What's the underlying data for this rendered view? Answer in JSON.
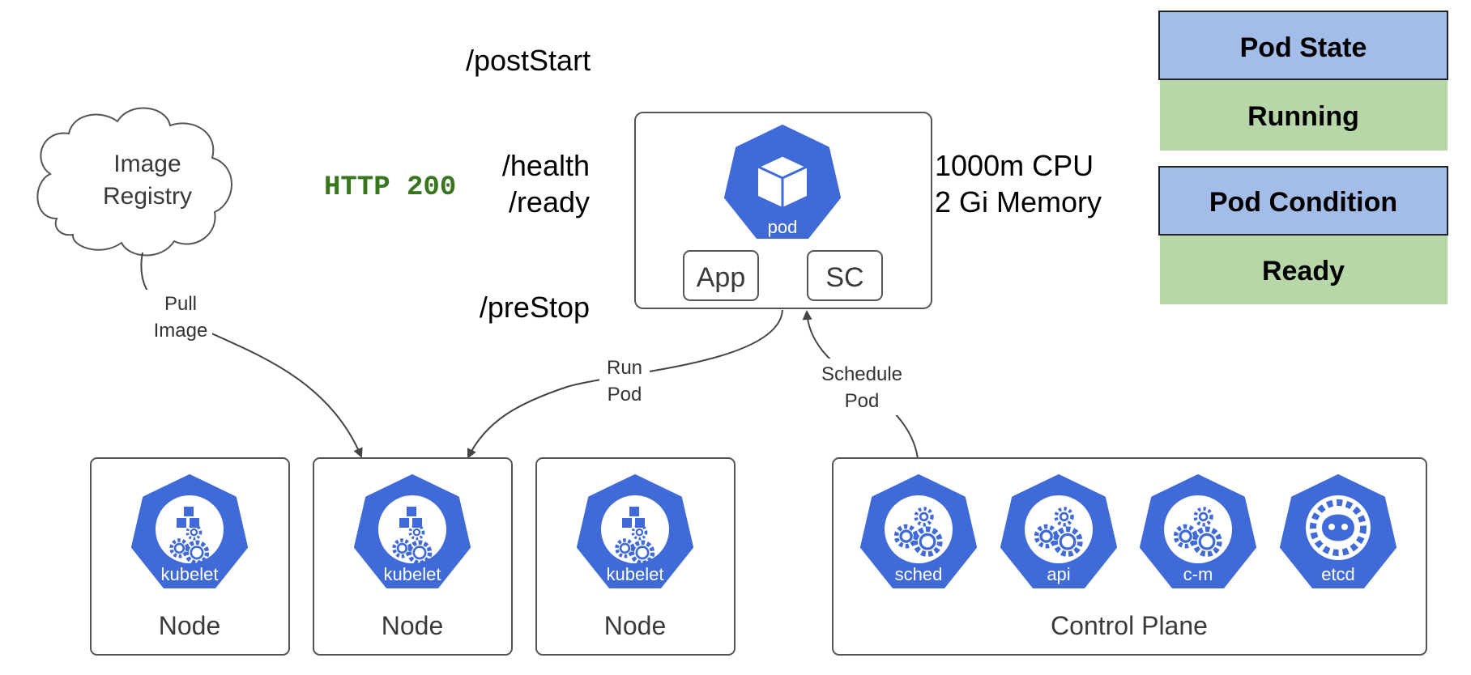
{
  "registry": {
    "line1": "Image",
    "line2": "Registry"
  },
  "http_status": "HTTP 200",
  "hooks": {
    "post_start": "/postStart",
    "health": "/health",
    "ready": "/ready",
    "pre_stop": "/preStop"
  },
  "pod": {
    "icon_label": "pod",
    "containers": [
      "App",
      "SC"
    ]
  },
  "resources": {
    "cpu": "1000m CPU",
    "memory": "2 Gi Memory"
  },
  "status_panel": {
    "state_header": "Pod State",
    "state_value": "Running",
    "condition_header": "Pod Condition",
    "condition_value": "Ready",
    "header_color": "#a4bde8",
    "value_color": "#b7d7a8"
  },
  "edges": {
    "pull_image": {
      "line1": "Pull",
      "line2": "Image"
    },
    "run_pod": {
      "line1": "Run",
      "line2": "Pod"
    },
    "schedule_pod": {
      "line1": "Schedule",
      "line2": "Pod"
    }
  },
  "nodes": [
    {
      "label": "Node",
      "icon_label": "kubelet",
      "icon": "kubelet-icon"
    },
    {
      "label": "Node",
      "icon_label": "kubelet",
      "icon": "kubelet-icon"
    },
    {
      "label": "Node",
      "icon_label": "kubelet",
      "icon": "kubelet-icon"
    }
  ],
  "control_plane": {
    "label": "Control Plane",
    "components": [
      {
        "icon_label": "sched",
        "icon": "scheduler-icon"
      },
      {
        "icon_label": "api",
        "icon": "api-server-icon"
      },
      {
        "icon_label": "c-m",
        "icon": "controller-manager-icon"
      },
      {
        "icon_label": "etcd",
        "icon": "etcd-icon"
      }
    ]
  },
  "colors": {
    "k8s_blue": "#3f6ad8",
    "box_border": "#555555"
  }
}
